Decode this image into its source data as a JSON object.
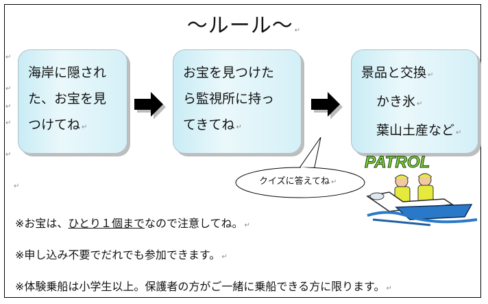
{
  "title": "〜ルール〜",
  "boxes": [
    {
      "lines": [
        "海岸に隠され",
        "た、お宝を見",
        "つけてね"
      ]
    },
    {
      "lines": [
        "お宝を見つけた",
        "ら監視所に持っ",
        "てきてね"
      ]
    },
    {
      "lines": [
        "景品と交換",
        "かき氷",
        "葉山土産など"
      ]
    }
  ],
  "bubble": "クイズに答えてね",
  "badge": "PATROL",
  "notes": {
    "n1_a": "※お宝は、",
    "n1_u": "ひとり１個まで",
    "n1_b": "なので注意してね。",
    "n2": "※申し込み不要でだれでも参加できます。",
    "n3": "※体験乗船は小学生以上。保護者の方がご一緒に乗船できる方に限ります。"
  },
  "colors": {
    "box_fill": "#d4f0f7",
    "badge_fill": "#7fd43a",
    "water": "#2a78c8"
  }
}
